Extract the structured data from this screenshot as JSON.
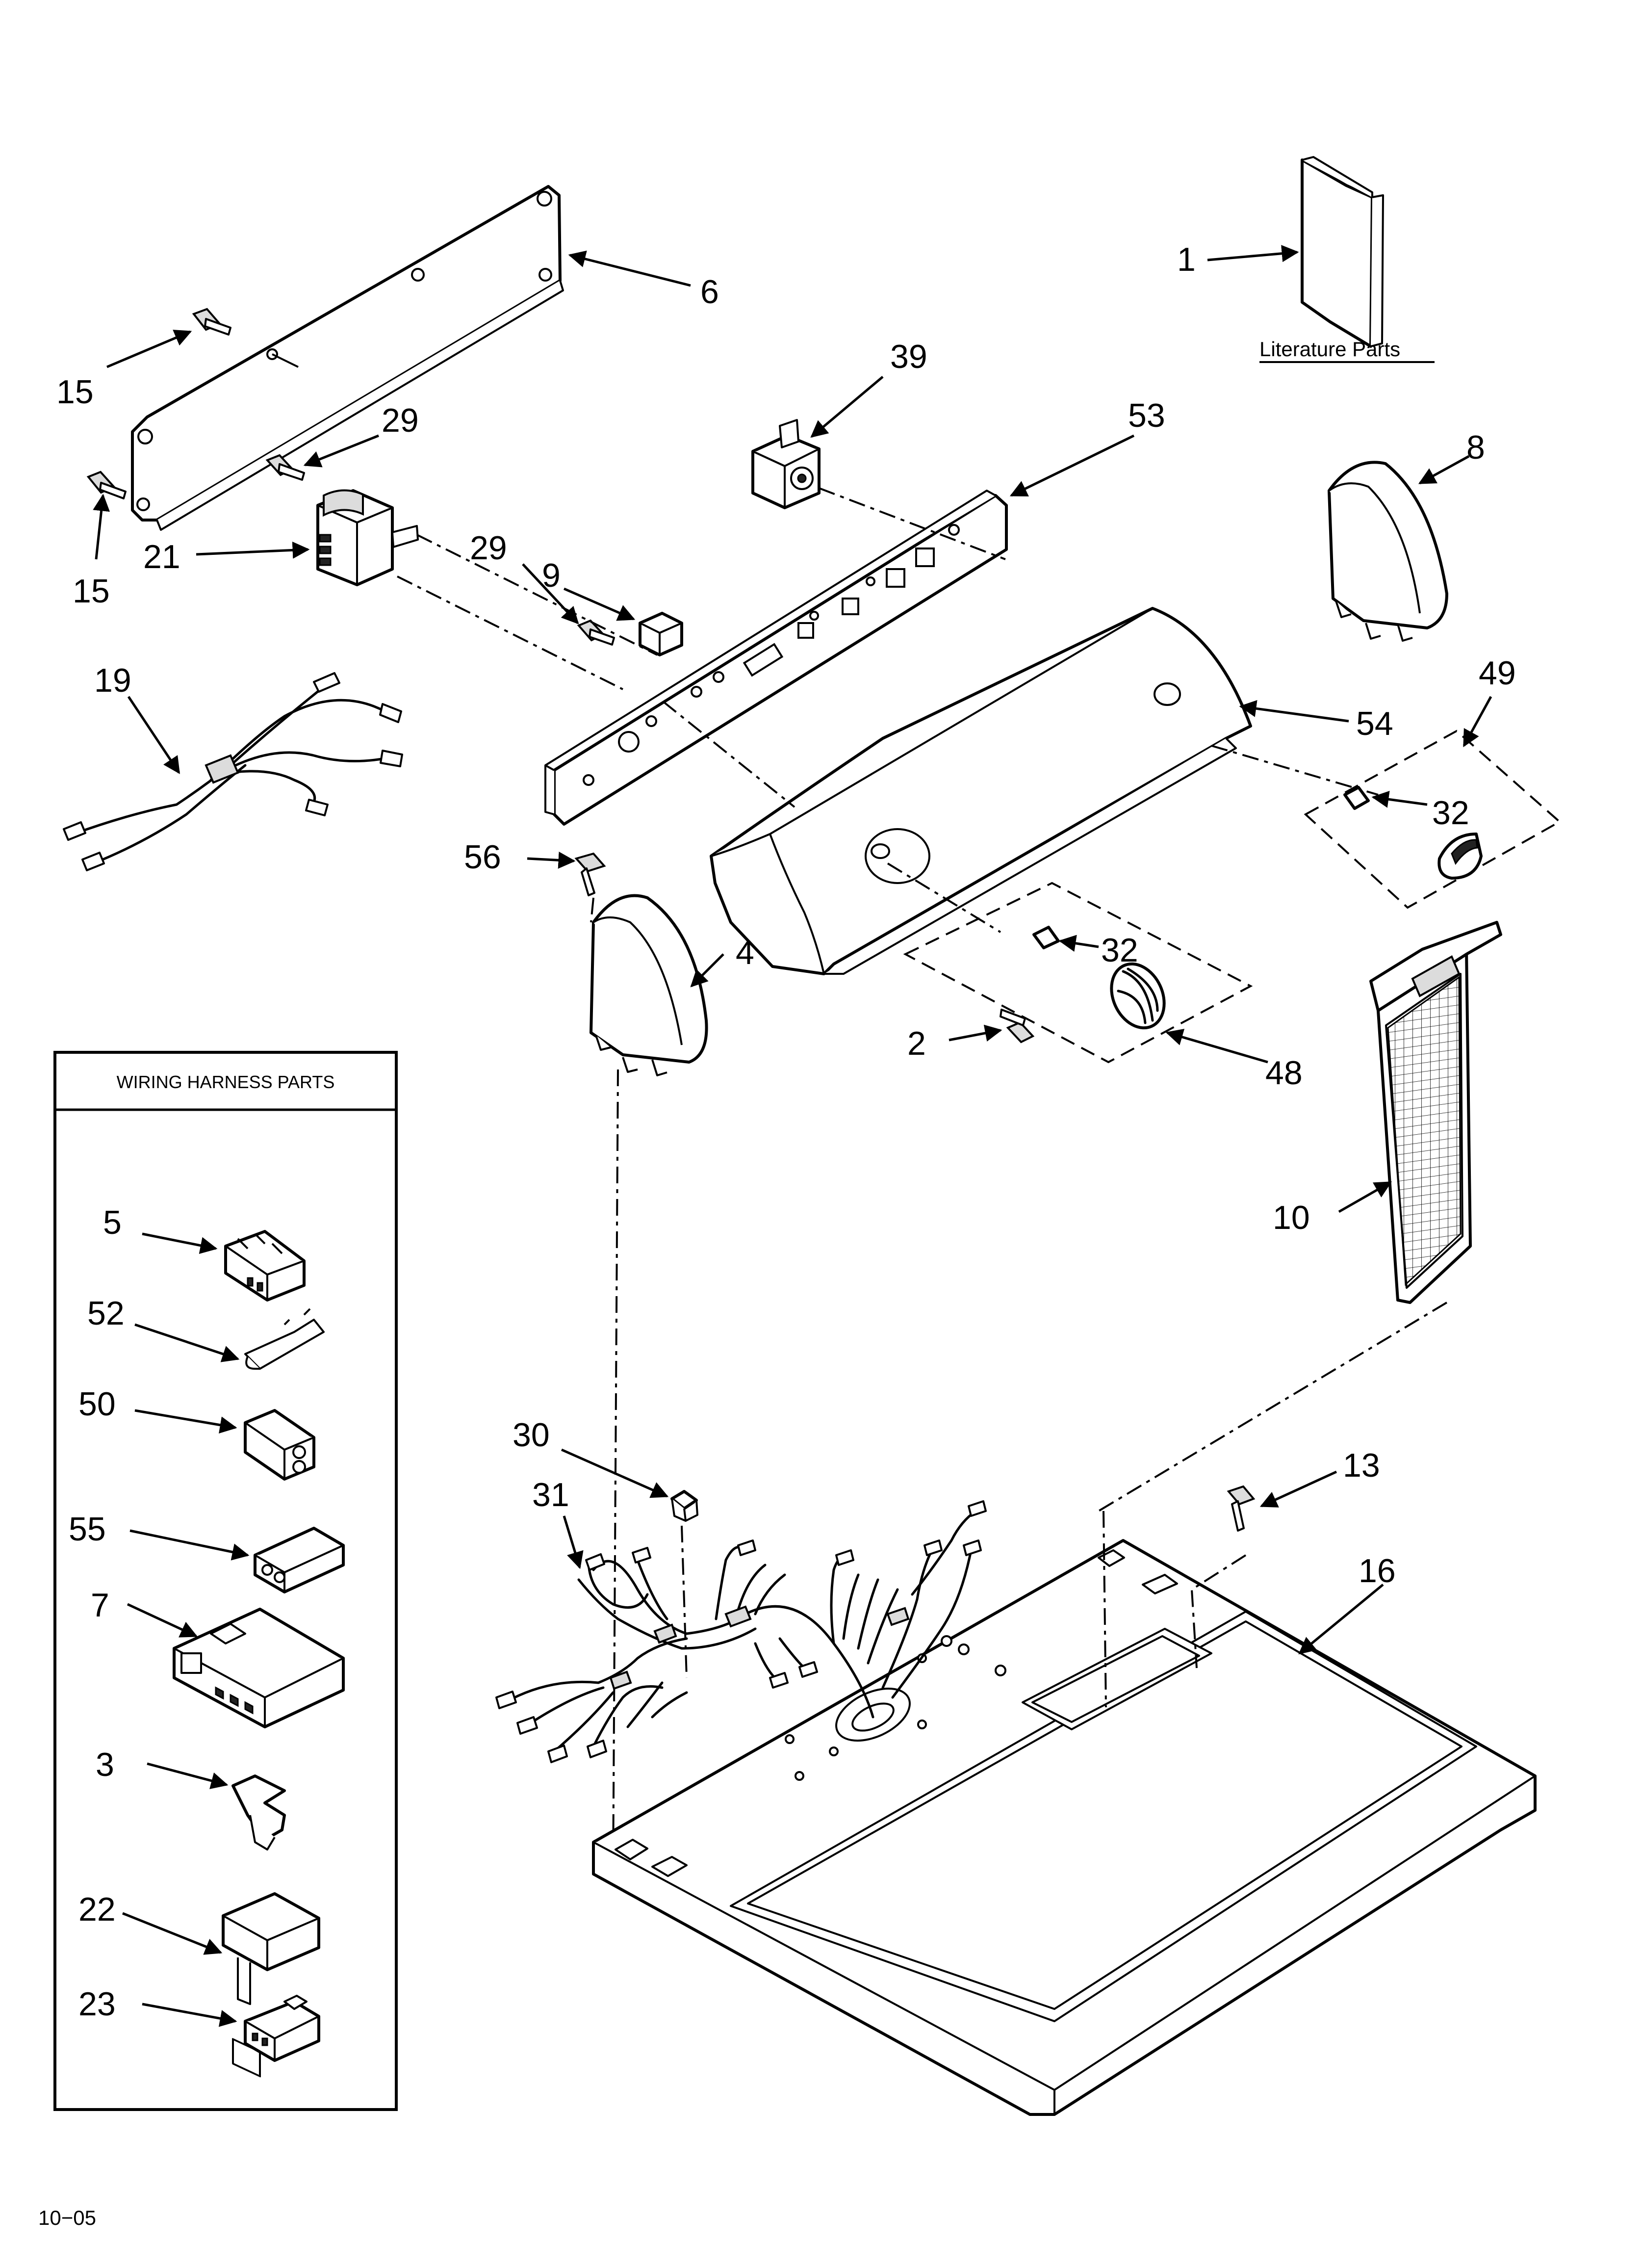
{
  "literature_label": "Literature Parts",
  "harness_box_title": "WIRING HARNESS PARTS",
  "footer_code": "10−05",
  "callouts": {
    "c1": "1",
    "c2": "2",
    "c3": "3",
    "c4": "4",
    "c5": "5",
    "c6": "6",
    "c7": "7",
    "c8": "8",
    "c9": "9",
    "c10": "10",
    "c13": "13",
    "c15a": "15",
    "c15b": "15",
    "c16": "16",
    "c19": "19",
    "c21": "21",
    "c22": "22",
    "c23": "23",
    "c29a": "29",
    "c29b": "29",
    "c30": "30",
    "c31": "31",
    "c32a": "32",
    "c32b": "32",
    "c39": "39",
    "c48": "48",
    "c49": "49",
    "c50": "50",
    "c52": "52",
    "c53": "53",
    "c54": "54",
    "c55": "55",
    "c56": "56"
  }
}
